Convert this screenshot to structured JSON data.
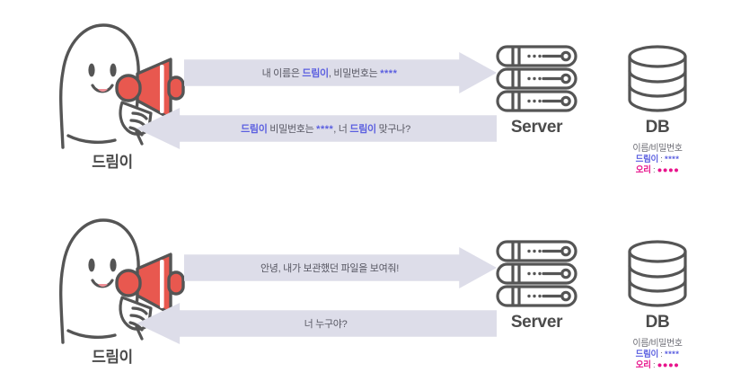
{
  "colors": {
    "bubble_bg": "#dddde9",
    "bubble_text": "#585863",
    "highlight_blue": "#5b5fe0",
    "highlight_pink": "#e8148c",
    "outline_gray": "#555555",
    "megaphone_red": "#e8584f",
    "label_gray": "#4b4b4b"
  },
  "panels": [
    {
      "mascot": {
        "name": "드림이",
        "icon": "mascot-with-megaphone"
      },
      "request": {
        "text_parts": [
          {
            "text": "내 이름은 ",
            "style": "plain"
          },
          {
            "text": "드림이",
            "style": "blue"
          },
          {
            "text": ", 비밀번호는 ",
            "style": "plain"
          },
          {
            "text": "****",
            "style": "blue"
          }
        ],
        "direction": "right"
      },
      "response": {
        "text_parts": [
          {
            "text": "드림이",
            "style": "blue"
          },
          {
            "text": " 비밀번호는 ",
            "style": "plain"
          },
          {
            "text": "****",
            "style": "blue"
          },
          {
            "text": ", 너 ",
            "style": "plain"
          },
          {
            "text": "드림이",
            "style": "blue"
          },
          {
            "text": " 맞구나?",
            "style": "plain"
          }
        ],
        "direction": "left"
      },
      "server": {
        "label": "Server",
        "icon": "server-rack-icon"
      },
      "db": {
        "label": "DB",
        "icon": "database-cylinder-icon",
        "table_header": "이름/비밀번호",
        "rows": [
          {
            "user": "드림이",
            "separator": " : ",
            "secret": "****",
            "color": "blue"
          },
          {
            "user": "오리",
            "separator": " : ",
            "secret": "●●●●",
            "color": "pink"
          }
        ]
      }
    },
    {
      "mascot": {
        "name": "드림이",
        "icon": "mascot-with-megaphone"
      },
      "request": {
        "text_parts": [
          {
            "text": "안녕, 내가 보관했던 파일을 보여줘!",
            "style": "plain"
          }
        ],
        "direction": "right"
      },
      "response": {
        "text_parts": [
          {
            "text": "너 누구야?",
            "style": "plain"
          }
        ],
        "direction": "left"
      },
      "server": {
        "label": "Server",
        "icon": "server-rack-icon"
      },
      "db": {
        "label": "DB",
        "icon": "database-cylinder-icon",
        "table_header": "이름/비밀번호",
        "rows": [
          {
            "user": "드림이",
            "separator": " : ",
            "secret": "****",
            "color": "blue"
          },
          {
            "user": "오리",
            "separator": " : ",
            "secret": "●●●●",
            "color": "pink"
          }
        ]
      }
    }
  ]
}
